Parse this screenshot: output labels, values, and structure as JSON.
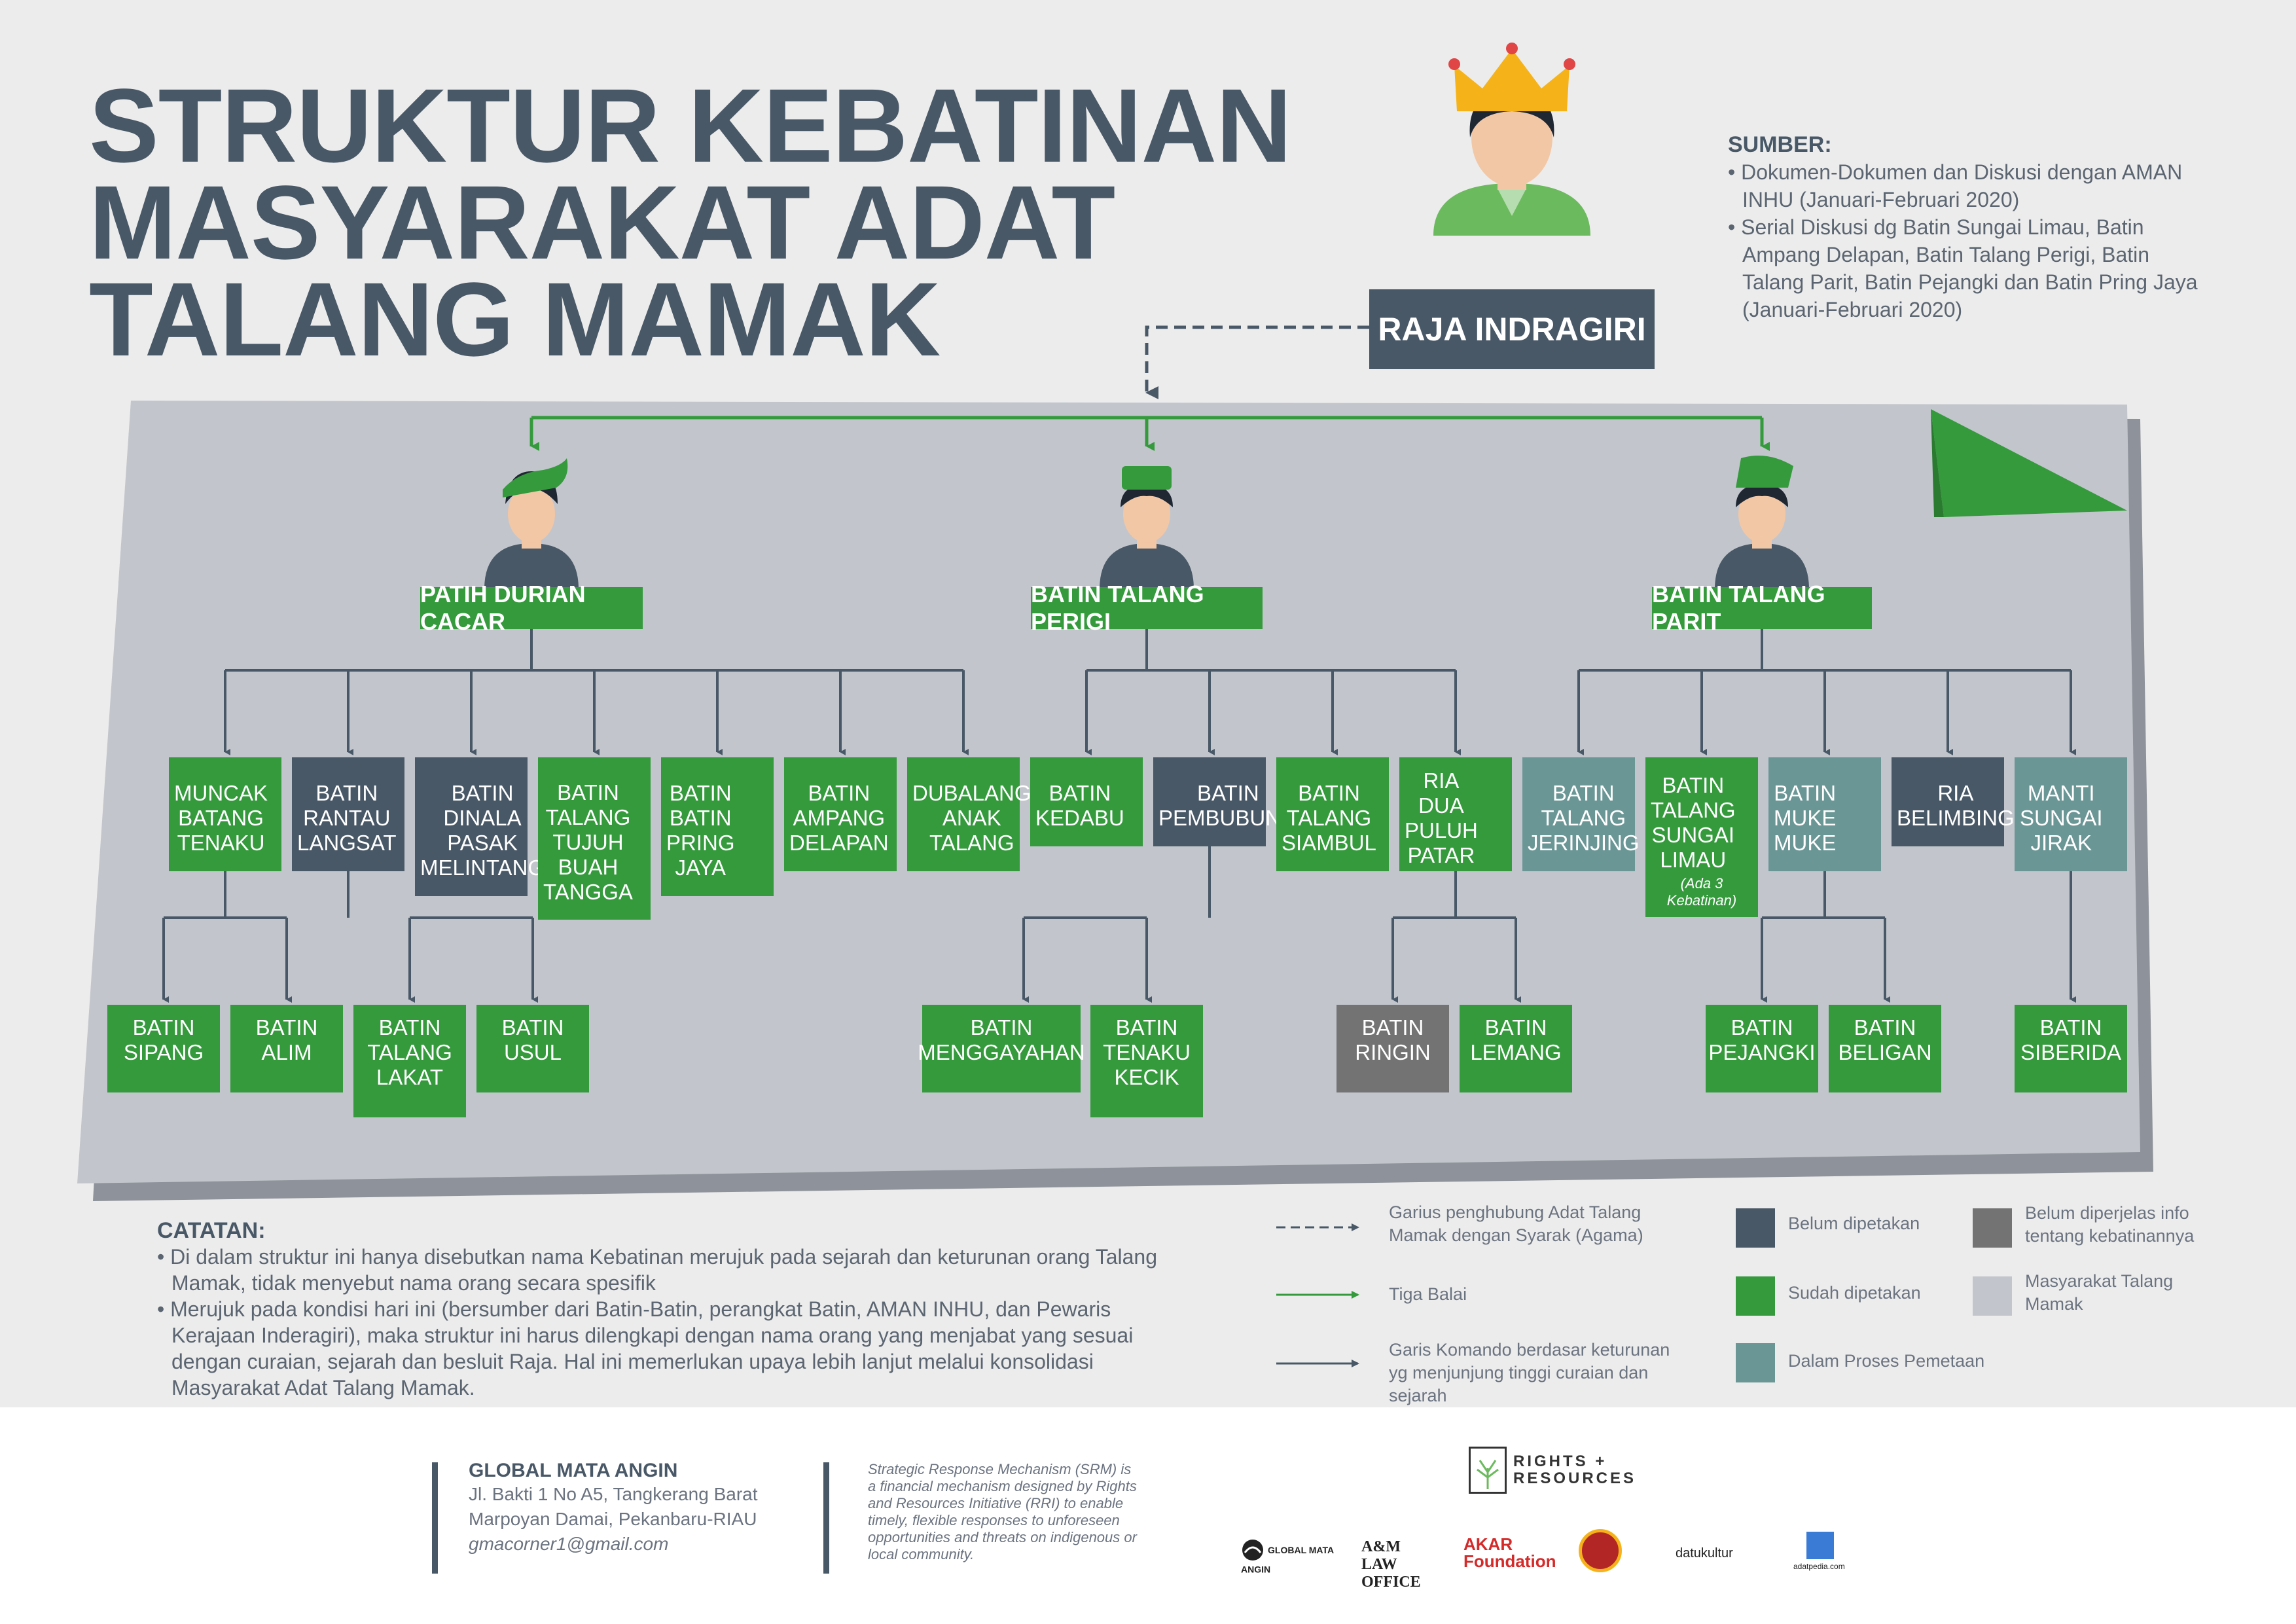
{
  "title": [
    "STRUKTUR KEBATINAN",
    "MASYARAKAT ADAT",
    "TALANG MAMAK"
  ],
  "sources": {
    "heading": "SUMBER:",
    "items": [
      "• Dokumen-Dokumen dan Diskusi dengan AMAN INHU (Januari-Februari 2020)",
      "• Serial Diskusi dg Batin Sungai Limau, Batin Ampang Delapan, Batin Talang Perigi, Batin Talang Parit, Batin Pejangki dan Batin Pring Jaya (Januari-Februari 2020)"
    ]
  },
  "king": "RAJA INDRAGIRI",
  "heads": [
    "PATIH DURIAN CACAR",
    "BATIN TALANG PERIGI",
    "BATIN TALANG PARIT"
  ],
  "level1": [
    {
      "label": "MUNCAK BATANG TENAKU",
      "status": "sudah"
    },
    {
      "label": "BATIN RANTAU LANGSAT",
      "status": "belum"
    },
    {
      "label": "BATIN DINALA PASAK MELINTANG",
      "status": "belum"
    },
    {
      "label": "BATIN TALANG TUJUH BUAH TANGGA",
      "status": "sudah"
    },
    {
      "label": "BATIN BATIN PRING JAYA",
      "status": "sudah"
    },
    {
      "label": "BATIN AMPANG DELAPAN",
      "status": "sudah"
    },
    {
      "label": "DUBALANG ANAK TALANG",
      "status": "sudah"
    },
    {
      "label": "BATIN KEDABU",
      "status": "sudah"
    },
    {
      "label": "BATIN PEMBUBUNG",
      "status": "belum"
    },
    {
      "label": "BATIN TALANG SIAMBUL",
      "status": "sudah"
    },
    {
      "label": "RIA DUA PULUH PATAR",
      "status": "sudah"
    },
    {
      "label": "BATIN TALANG JERINJING",
      "status": "proses"
    },
    {
      "label": "BATIN TALANG SUNGAI LIMAU",
      "status": "sudah",
      "note": "(Ada 3 Kebatinan)"
    },
    {
      "label": "BATIN MUKE MUKE",
      "status": "proses"
    },
    {
      "label": "RIA BELIMBING",
      "status": "belum"
    },
    {
      "label": "MANTI SUNGAI JIRAK",
      "status": "proses"
    }
  ],
  "level2": [
    {
      "label": "BATIN SIPANG",
      "status": "sudah"
    },
    {
      "label": "BATIN ALIM",
      "status": "sudah"
    },
    {
      "label": "BATIN TALANG LAKAT",
      "status": "sudah"
    },
    {
      "label": "BATIN USUL",
      "status": "sudah"
    },
    {
      "label": "BATIN MENGGAYAHAN",
      "status": "sudah"
    },
    {
      "label": "BATIN TENAKU KECIK",
      "status": "sudah"
    },
    {
      "label": "BATIN RINGIN",
      "status": "info"
    },
    {
      "label": "BATIN LEMANG",
      "status": "sudah"
    },
    {
      "label": "BATIN PEJANGKI",
      "status": "sudah"
    },
    {
      "label": "BATIN BELIGAN",
      "status": "sudah"
    },
    {
      "label": "BATIN SIBERIDA",
      "status": "sudah"
    }
  ],
  "notes": {
    "heading": "CATATAN:",
    "items": [
      "• Di dalam struktur ini hanya disebutkan nama Kebatinan merujuk pada sejarah dan keturunan orang Talang Mamak, tidak menyebut nama orang secara spesifik",
      "• Merujuk pada kondisi hari ini (bersumber dari Batin-Batin, perangkat Batin, AMAN INHU, dan Pewaris Kerajaan Inderagiri), maka struktur ini harus dilengkapi dengan nama orang yang menjabat yang sesuai dengan curaian, sejarah dan besluit Raja. Hal ini memerlukan upaya lebih lanjut melalui konsolidasi Masyarakat Adat Talang Mamak."
    ]
  },
  "legend_lines": [
    "Garius penghubung Adat Talang Mamak dengan Syarak (Agama)",
    "Tiga Balai",
    "Garis Komando berdasar keturunan yg menjunjung tinggi curaian dan sejarah"
  ],
  "legend_colors": [
    {
      "label": "Belum dipetakan",
      "color": "#495867"
    },
    {
      "label": "Sudah dipetakan",
      "color": "#349a3c"
    },
    {
      "label": "Dalam Proses Pemetaan",
      "color": "#6b9696"
    },
    {
      "label": "Belum diperjelas info tentang kebatinannya",
      "color": "#737373"
    },
    {
      "label": "Masyarakat Talang Mamak",
      "color": "#c2c6cc"
    }
  ],
  "footer": {
    "org": "GLOBAL MATA ANGIN",
    "address": [
      "Jl. Bakti 1 No A5, Tangkerang Barat",
      "Marpoyan Damai, Pekanbaru-RIAU"
    ],
    "email": "gmacorner1@gmail.com",
    "srm": "Strategic Response Mechanism (SRM) is a financial mechanism designed by Rights and Resources Initiative (RRI) to enable timely, flexible responses to unforeseen opportunities and threats on indigenous or local community.",
    "rri": "RIGHTS + RESOURCES",
    "partners": [
      "GLOBAL MATA ANGIN",
      "A&M LAW OFFICE",
      "AKAR Foundation",
      "datukultur",
      "adatpedia.com"
    ]
  },
  "colors": {
    "sudah": "#349a3c",
    "belum": "#495867",
    "proses": "#6b9696",
    "info": "#737373",
    "panel": "#c2c6cc"
  }
}
